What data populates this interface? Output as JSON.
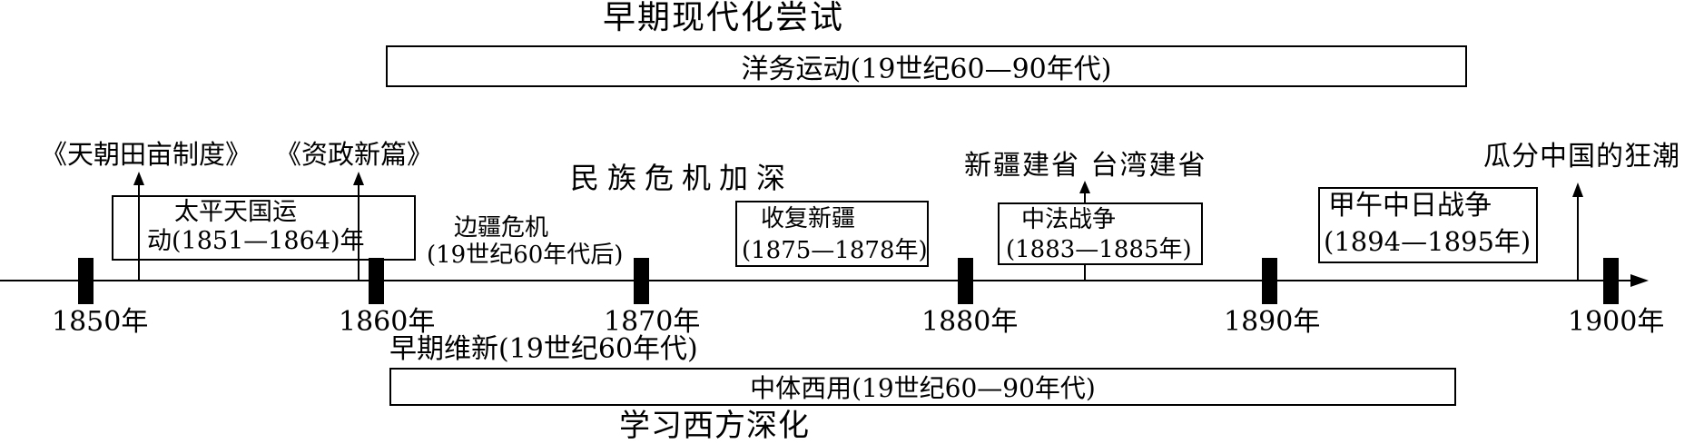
{
  "top_label": "早期现代化尝试",
  "westernization_movement": "洋务运动(19世纪60—90年代)",
  "events": {
    "tianchao": "《天朝田亩制度》",
    "zizheng": "《资政新篇》",
    "taiping_line1": "太平天国运",
    "taiping_line2": "动(1851—1864)年",
    "frontier_line1": "边疆危机",
    "frontier_line2": "(19世纪60年代后)",
    "national_crisis": "民族危机加深",
    "xinjiang_line1": "收复新疆",
    "xinjiang_line2": "(1875—1878年)",
    "provinces": "新疆建省 台湾建省",
    "sino_french_line1": "中法战争",
    "sino_french_line2": "(1883—1885年)",
    "sino_japanese_line1": "甲午中日战争",
    "sino_japanese_line2": "(1894—1895年)",
    "partition": "瓜分中国的狂潮"
  },
  "years": [
    "1850年",
    "1860年",
    "1870年",
    "1880年",
    "1890年",
    "1900年"
  ],
  "early_reform": "早期维新(19世纪60年代)",
  "zhongti_xiyong": "中体西用(19世纪60—90年代)",
  "bottom_label": "学习西方深化",
  "colors": {
    "ink": "#000000",
    "background": "#ffffff"
  }
}
